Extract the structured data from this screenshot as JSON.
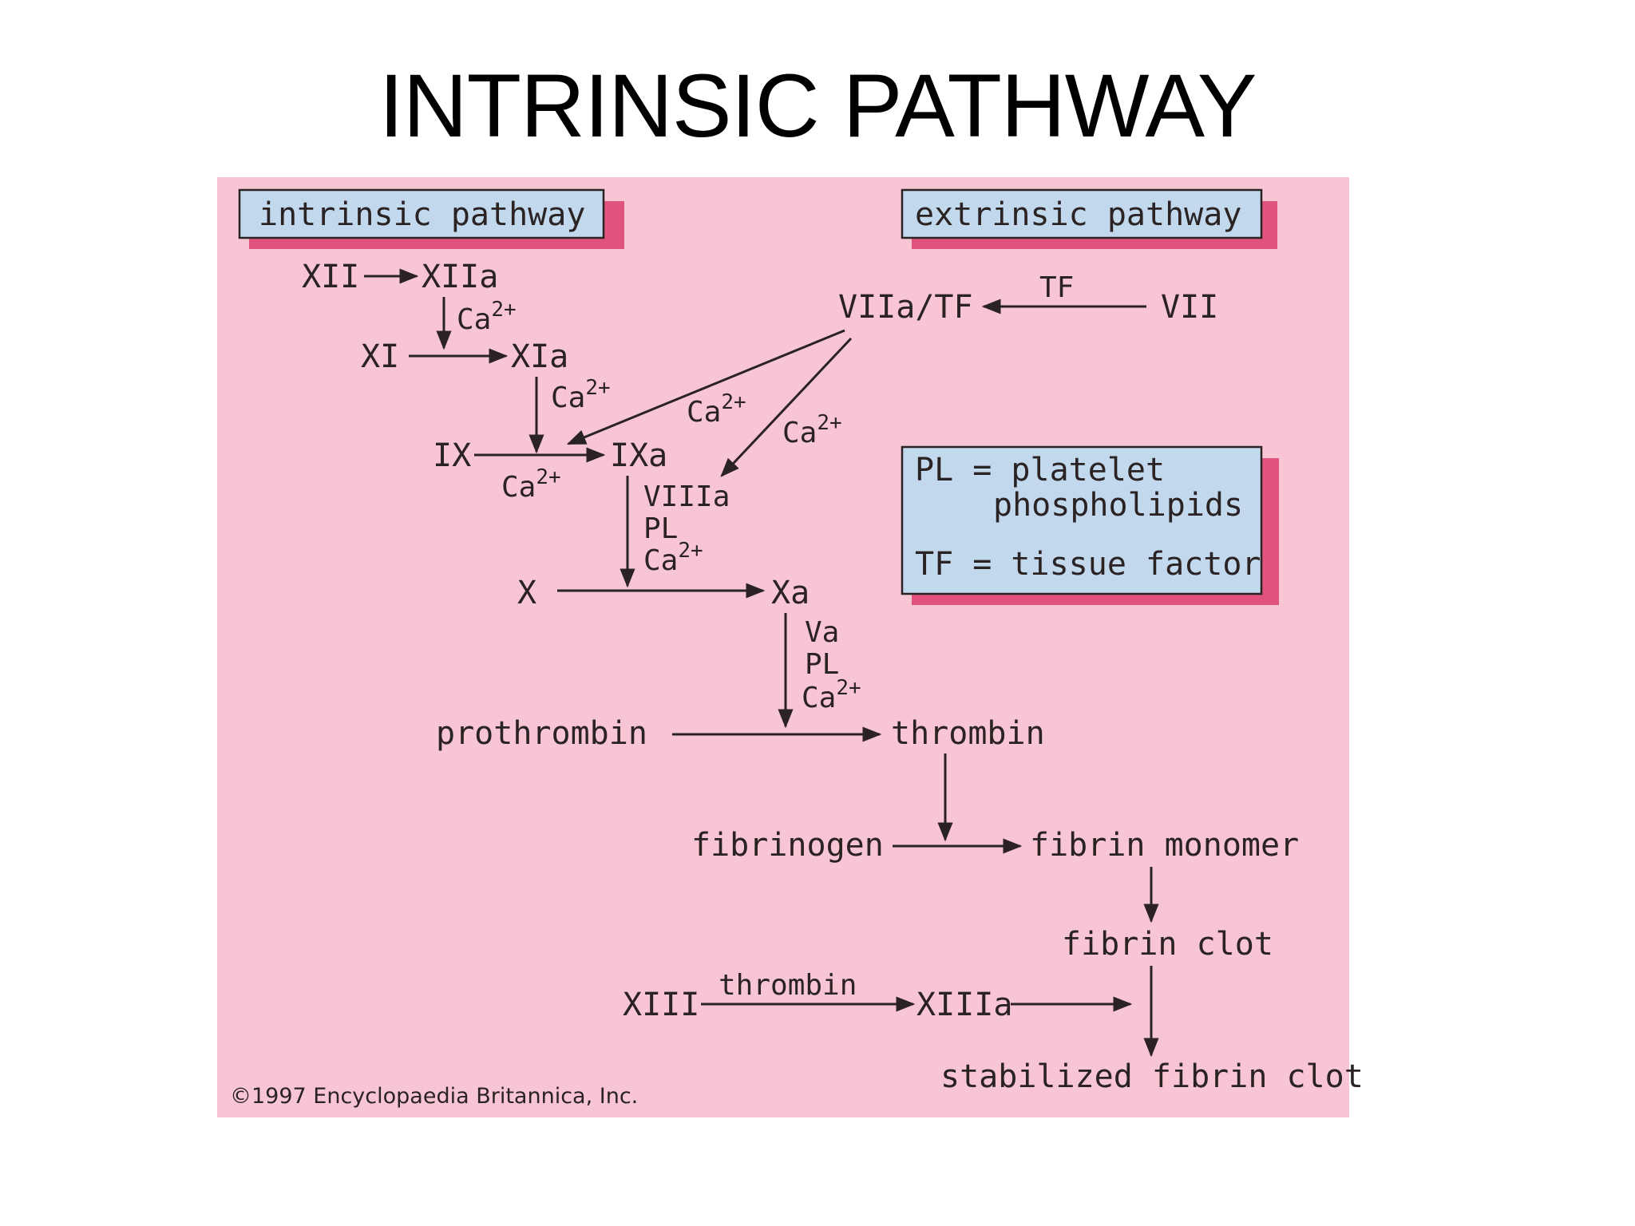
{
  "title": "INTRINSIC PATHWAY",
  "colors": {
    "panel_bg": "#f8c5d4",
    "box_bg": "#c2d8ec",
    "box_shadow": "#e2527e",
    "ink": "#2b2323"
  },
  "headers": {
    "intrinsic": "intrinsic pathway",
    "extrinsic": "extrinsic pathway"
  },
  "nodes": {
    "xii": "XII",
    "xiia": "XIIa",
    "xi": "XI",
    "xia": "XIa",
    "ix": "IX",
    "ixa": "IXa",
    "x": "X",
    "xa": "Xa",
    "viia_tf": "VIIa/TF",
    "vii": "VII",
    "prothrombin": "prothrombin",
    "thrombin": "thrombin",
    "fibrinogen": "fibrinogen",
    "fibrin_monomer": "fibrin monomer",
    "fibrin_clot": "fibrin clot",
    "xiii": "XIII",
    "xiiia": "XIIIa",
    "stabilized": "stabilized fibrin clot"
  },
  "cofactors": {
    "ca": "Ca",
    "ca_sup": "2+",
    "tf": "TF",
    "viiia": "VIIIa",
    "pl": "PL",
    "va": "Va",
    "thrombin": "thrombin"
  },
  "legend": {
    "pl_line1": "PL = platelet",
    "pl_line2": "phospholipids",
    "tf_line": "TF = tissue factor"
  },
  "copyright": "©1997 Encyclopaedia Britannica, Inc."
}
